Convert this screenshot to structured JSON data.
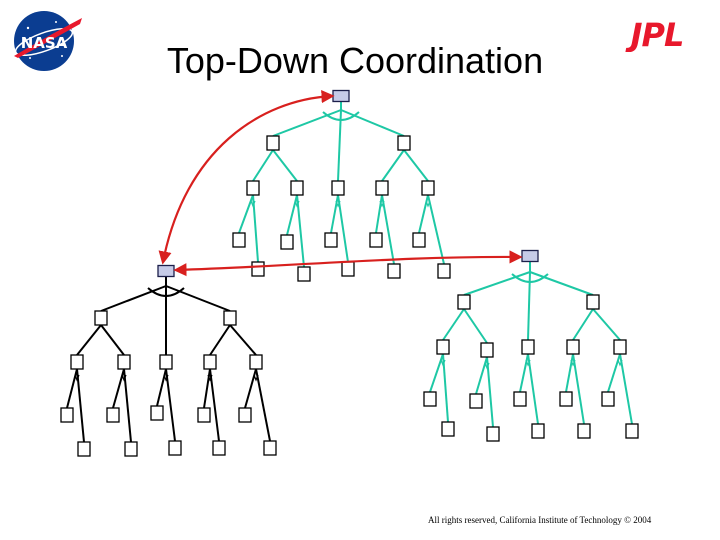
{
  "slide": {
    "title": "Top-Down Coordination",
    "footer": "All rights reserved, California Institute of Technology © 2004"
  },
  "logos": {
    "nasa": {
      "text": "NASA",
      "name": "nasa-logo"
    },
    "jpl": {
      "text": "JPL",
      "name": "jpl-logo"
    }
  },
  "colors": {
    "teal": "#1ec8a5",
    "black": "#000000",
    "red": "#d8201e",
    "root_fill": "#c6cbe8",
    "nasa_blue": "#0b3d91",
    "jpl_red": "#e8182c"
  },
  "trees": [
    {
      "id": "upper-teal-tree",
      "color_key": "teal"
    },
    {
      "id": "lower-left-black-tree",
      "color_key": "black"
    },
    {
      "id": "lower-right-teal-tree",
      "color_key": "teal"
    }
  ],
  "coordination_links": [
    {
      "from": "upper-teal-tree",
      "to": "lower-left-black-tree",
      "color_key": "red"
    },
    {
      "from": "lower-left-black-tree",
      "to": "lower-right-teal-tree",
      "color_key": "red"
    }
  ]
}
